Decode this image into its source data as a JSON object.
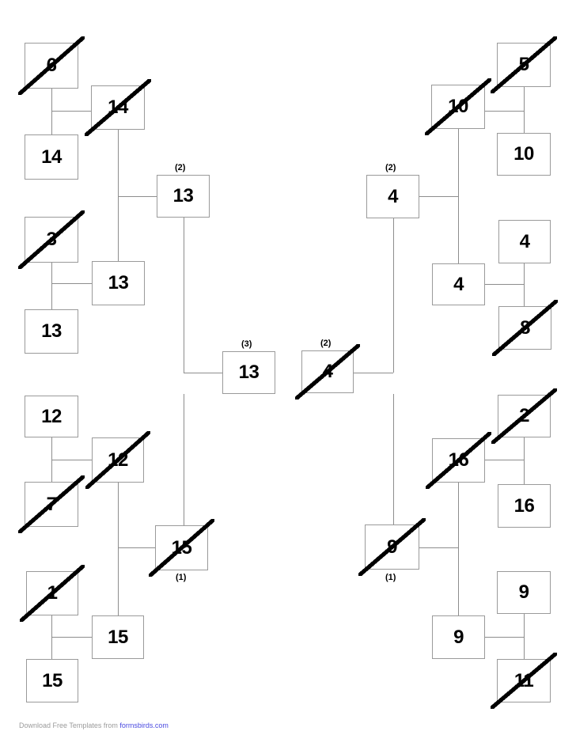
{
  "document": {
    "title": "Single Elimination Tournament Bracket",
    "footer_prefix": "Download Free Templates from ",
    "footer_link": "formsbirds.com"
  },
  "legend": {
    "eliminated_marker": "diagonal-strike",
    "seed_format": "(n)"
  },
  "colors": {
    "box_border": "#9a9a9a",
    "connector": "#8d8d8d",
    "text": "#000000",
    "footer_text": "#9b9b9b",
    "footer_link": "#4a4ae0",
    "background": "#ffffff"
  },
  "bracket": {
    "left_half": {
      "group_top": {
        "round1": [
          {
            "id": "L-T-6",
            "label": "6",
            "eliminated": true,
            "seed": null
          },
          {
            "id": "L-T-14a",
            "label": "14",
            "eliminated": false,
            "seed": null
          }
        ],
        "round2": [
          {
            "id": "L-T-14b",
            "label": "14",
            "eliminated": true,
            "seed": null
          }
        ],
        "round1b": [
          {
            "id": "L-T-3",
            "label": "3",
            "eliminated": true,
            "seed": null
          },
          {
            "id": "L-T-13a",
            "label": "13",
            "eliminated": false,
            "seed": null
          }
        ],
        "round2b": [
          {
            "id": "L-T-13b",
            "label": "13",
            "eliminated": false,
            "seed": null
          }
        ],
        "round3": [
          {
            "id": "L-T-13c",
            "label": "13",
            "eliminated": false,
            "seed": "(2)"
          }
        ]
      },
      "group_bottom": {
        "round1": [
          {
            "id": "L-B-12a",
            "label": "12",
            "eliminated": false,
            "seed": null
          },
          {
            "id": "L-B-7",
            "label": "7",
            "eliminated": true,
            "seed": null
          }
        ],
        "round2": [
          {
            "id": "L-B-12b",
            "label": "12",
            "eliminated": true,
            "seed": null
          }
        ],
        "round1b": [
          {
            "id": "L-B-1",
            "label": "1",
            "eliminated": true,
            "seed": null
          },
          {
            "id": "L-B-15a",
            "label": "15",
            "eliminated": false,
            "seed": null
          }
        ],
        "round2b": [
          {
            "id": "L-B-15b",
            "label": "15",
            "eliminated": false,
            "seed": null
          }
        ],
        "round3": [
          {
            "id": "L-B-15c",
            "label": "15",
            "eliminated": true,
            "seed": "(1)"
          }
        ]
      },
      "semifinal": [
        {
          "id": "L-SF-13",
          "label": "13",
          "eliminated": false,
          "seed": "(3)"
        }
      ]
    },
    "right_half": {
      "group_top": {
        "round1": [
          {
            "id": "R-T-5",
            "label": "5",
            "eliminated": true,
            "seed": null
          },
          {
            "id": "R-T-10a",
            "label": "10",
            "eliminated": false,
            "seed": null
          }
        ],
        "round2": [
          {
            "id": "R-T-10b",
            "label": "10",
            "eliminated": true,
            "seed": null
          }
        ],
        "round1b": [
          {
            "id": "R-T-4r",
            "label": "4",
            "eliminated": false,
            "seed": null
          },
          {
            "id": "R-T-8",
            "label": "8",
            "eliminated": true,
            "seed": null
          }
        ],
        "round2b": [
          {
            "id": "R-T-4c",
            "label": "4",
            "eliminated": false,
            "seed": null
          }
        ],
        "round3": [
          {
            "id": "R-T-4s",
            "label": "4",
            "eliminated": false,
            "seed": "(2)"
          }
        ]
      },
      "group_bottom": {
        "round1": [
          {
            "id": "R-B-2",
            "label": "2",
            "eliminated": true,
            "seed": null
          },
          {
            "id": "R-B-16a",
            "label": "16",
            "eliminated": false,
            "seed": null
          }
        ],
        "round2": [
          {
            "id": "R-B-16b",
            "label": "16",
            "eliminated": true,
            "seed": null
          }
        ],
        "round1b": [
          {
            "id": "R-B-9r",
            "label": "9",
            "eliminated": false,
            "seed": null
          },
          {
            "id": "R-B-11",
            "label": "11",
            "eliminated": true,
            "seed": null
          }
        ],
        "round2b": [
          {
            "id": "R-B-9c",
            "label": "9",
            "eliminated": false,
            "seed": null
          }
        ],
        "round3": [
          {
            "id": "R-B-9s",
            "label": "9",
            "eliminated": true,
            "seed": "(1)"
          }
        ]
      },
      "semifinal": [
        {
          "id": "R-SF-4",
          "label": "4",
          "eliminated": true,
          "seed": "(2)"
        }
      ]
    }
  }
}
